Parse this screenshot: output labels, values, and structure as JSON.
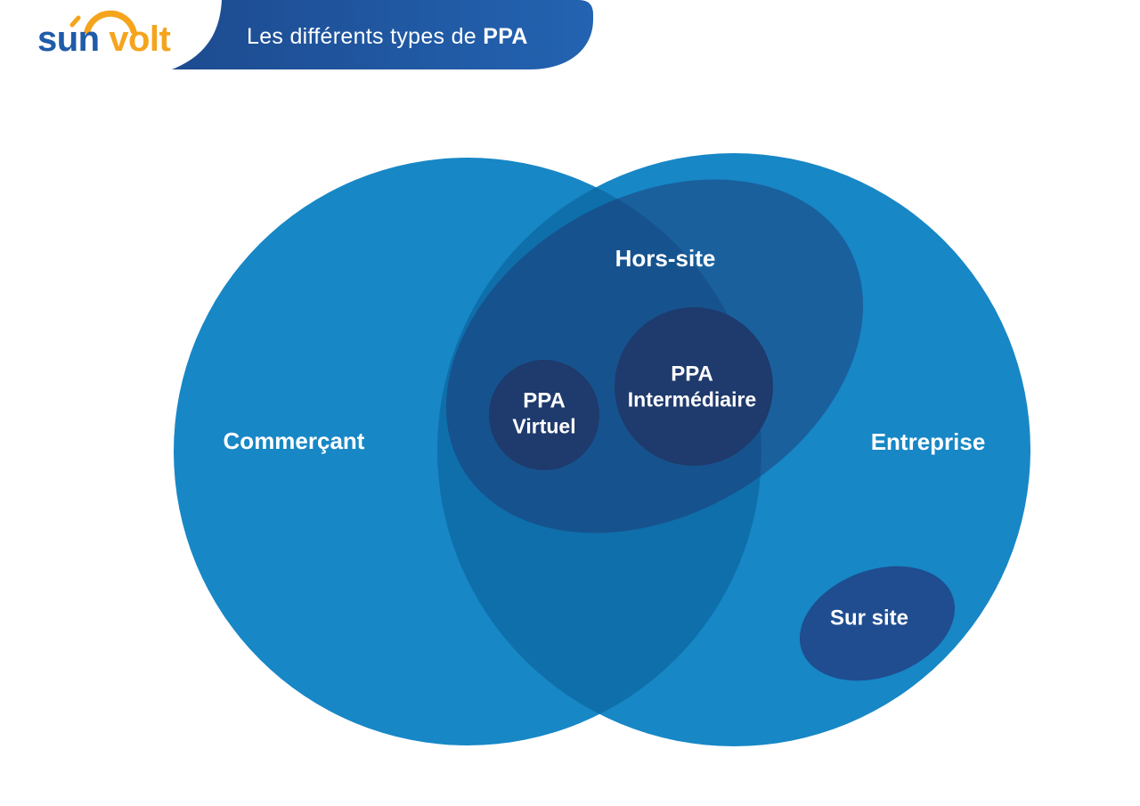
{
  "logo": {
    "sun": "sun",
    "volt": "volt"
  },
  "header": {
    "title_prefix": "Les différents types de ",
    "title_bold": "PPA"
  },
  "venn": {
    "left_set_label": "Commerçant",
    "right_set_label": "Entreprise",
    "offsite_label": "Hors-site",
    "ppa_virtual": {
      "line1": "PPA",
      "line2": "Virtuel"
    },
    "ppa_intermediate": {
      "line1": "PPA",
      "line2": "Intermédiaire"
    },
    "onsite_label": "Sur site"
  },
  "colors": {
    "circle_blue": "#1787c6",
    "overlap_blue": "#0f6fab",
    "offsite_overlay": "#20306a",
    "ppa_navy": "#1f3a6c",
    "onsite_navy": "#1f4d8f",
    "banner_left": "#1d4b90",
    "banner_right": "#2363b1",
    "logo_blue": "#1f5ba8",
    "logo_orange": "#f5a41d",
    "text_white": "#ffffff"
  }
}
